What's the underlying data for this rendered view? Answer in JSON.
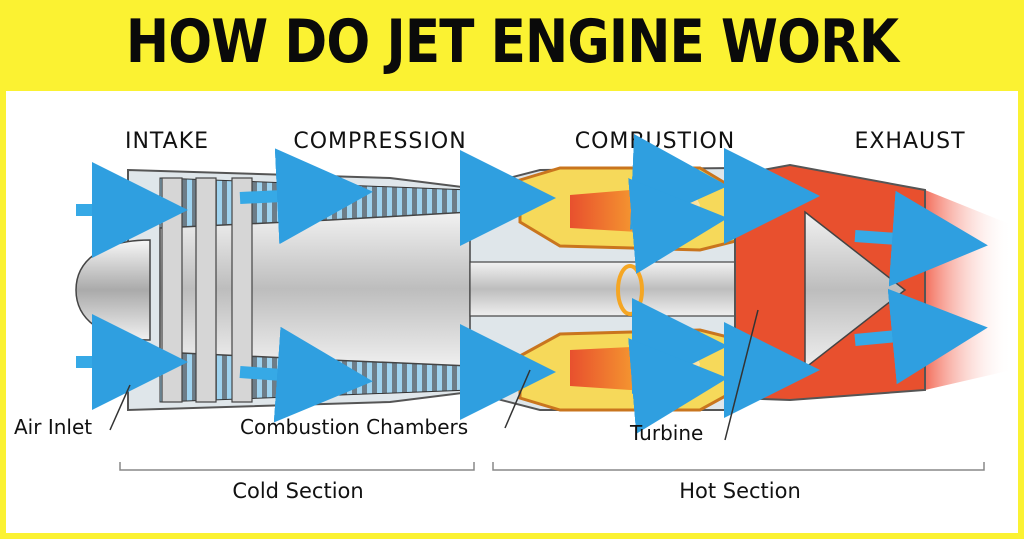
{
  "title": "HOW DO JET ENGINE WORK",
  "stages": {
    "intake": "INTAKE",
    "compression": "COMPRESSION",
    "combustion": "COMBUSTION",
    "exhaust": "EXHAUST"
  },
  "callouts": {
    "air_inlet": "Air Inlet",
    "combustion_chambers": "Combustion Chambers",
    "turbine": "Turbine"
  },
  "sections": {
    "cold": "Cold Section",
    "hot": "Hot Section"
  },
  "colors": {
    "background": "#fbf232",
    "airflow": "#36a9e6",
    "hot_casing": "#e8502e",
    "flame": "#f5a623",
    "metal": "#c8c8c8"
  }
}
